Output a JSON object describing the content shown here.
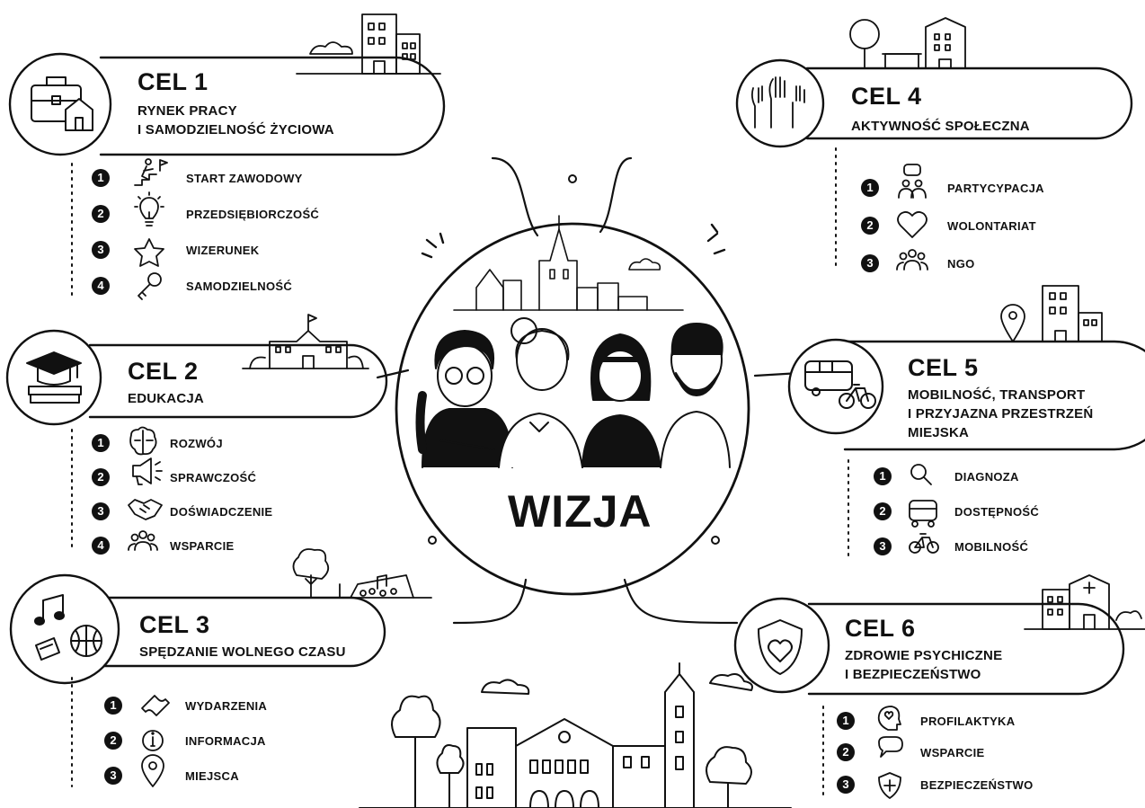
{
  "center": {
    "title": "WIZJA"
  },
  "goals": [
    {
      "title": "CEL 1",
      "lines": [
        "RYNEK PRACY",
        "I SAMODZIELNOŚĆ ŻYCIOWA"
      ],
      "icon": "briefcase-house-icon",
      "items": [
        {
          "num": "1",
          "label": "START ZAWODOWY",
          "icon": "running-stairs-icon"
        },
        {
          "num": "2",
          "label": "PRZEDSIĘBIORCZOŚĆ",
          "icon": "lightbulb-icon"
        },
        {
          "num": "3",
          "label": "WIZERUNEK",
          "icon": "star-icon"
        },
        {
          "num": "4",
          "label": "SAMODZIELNOŚĆ",
          "icon": "key-icon"
        }
      ]
    },
    {
      "title": "CEL 2",
      "lines": [
        "EDUKACJA"
      ],
      "icon": "graduation-cap-books-icon",
      "items": [
        {
          "num": "1",
          "label": "ROZWÓJ",
          "icon": "brain-icon"
        },
        {
          "num": "2",
          "label": "SPRAWCZOŚĆ",
          "icon": "megaphone-icon"
        },
        {
          "num": "3",
          "label": "DOŚWIADCZENIE",
          "icon": "handshake-icon"
        },
        {
          "num": "4",
          "label": "WSPARCIE",
          "icon": "group-icon"
        }
      ]
    },
    {
      "title": "CEL 3",
      "lines": [
        "SPĘDZANIE WOLNEGO CZASU"
      ],
      "icon": "music-ball-ticket-icon",
      "items": [
        {
          "num": "1",
          "label": "WYDARZENIA",
          "icon": "ticket-icon"
        },
        {
          "num": "2",
          "label": "INFORMACJA",
          "icon": "info-icon"
        },
        {
          "num": "3",
          "label": "MIEJSCA",
          "icon": "map-pin-icon"
        }
      ]
    },
    {
      "title": "CEL 4",
      "lines": [
        "AKTYWNOŚĆ SPOŁECZNA"
      ],
      "icon": "raised-hands-icon",
      "items": [
        {
          "num": "1",
          "label": "PARTYCYPACJA",
          "icon": "people-speech-icon"
        },
        {
          "num": "2",
          "label": "WOLONTARIAT",
          "icon": "heart-icon"
        },
        {
          "num": "3",
          "label": "NGO",
          "icon": "group-icon"
        }
      ]
    },
    {
      "title": "CEL 5",
      "lines": [
        "MOBILNOŚĆ, TRANSPORT",
        "I PRZYJAZNA PRZESTRZEŃ",
        "MIEJSKA"
      ],
      "icon": "bus-bike-icon",
      "items": [
        {
          "num": "1",
          "label": "DIAGNOZA",
          "icon": "magnifier-icon"
        },
        {
          "num": "2",
          "label": "DOSTĘPNOŚĆ",
          "icon": "bus-icon"
        },
        {
          "num": "3",
          "label": "MOBILNOŚĆ",
          "icon": "bicycle-icon"
        }
      ]
    },
    {
      "title": "CEL 6",
      "lines": [
        "ZDROWIE PSYCHICZNE",
        "I BEZPIECZEŃSTWO"
      ],
      "icon": "shield-heart-icon",
      "items": [
        {
          "num": "1",
          "label": "PROFILAKTYKA",
          "icon": "head-heart-icon"
        },
        {
          "num": "2",
          "label": "WSPARCIE",
          "icon": "speech-bubble-icon"
        },
        {
          "num": "3",
          "label": "BEZPIECZEŃSTWO",
          "icon": "shield-plus-icon"
        }
      ]
    }
  ]
}
